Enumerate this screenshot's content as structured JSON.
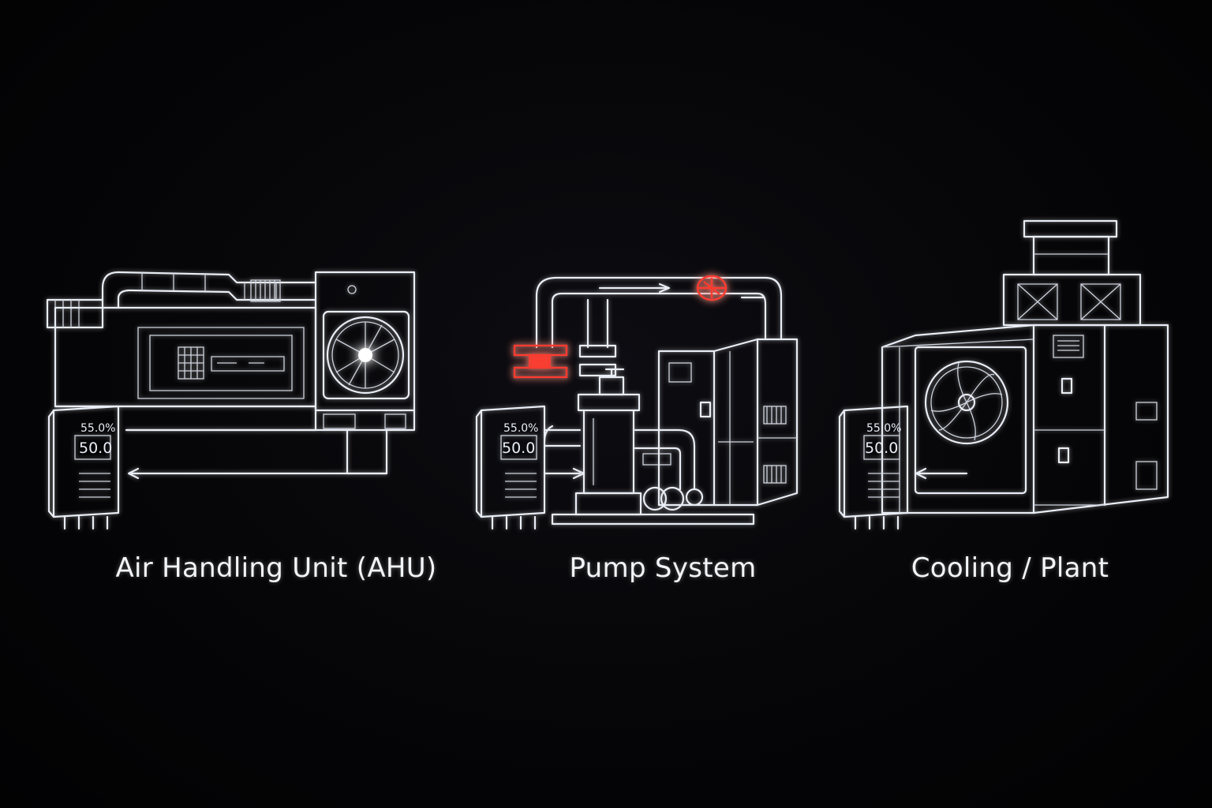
{
  "panels": [
    {
      "title": "Air Handling Unit (AHU)",
      "controller": {
        "setpoint": "55.0",
        "unit": "%",
        "value": "50.0"
      }
    },
    {
      "title": "Pump System",
      "controller": {
        "setpoint": "55.0",
        "unit": "%",
        "value": "50.0"
      }
    },
    {
      "title": "Cooling / Plant",
      "controller": {
        "setpoint": "55.0",
        "unit": "%",
        "value": "50.0"
      }
    }
  ],
  "colors": {
    "line": "#e9edf5",
    "alert": "#ff3b2f",
    "background": "#040406"
  }
}
